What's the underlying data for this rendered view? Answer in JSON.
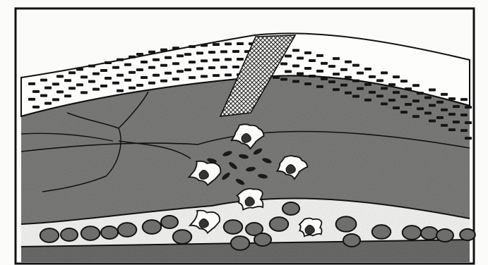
{
  "figure": {
    "kind": "histology-sketch",
    "has_text": false,
    "colors": {
      "paper": "#fbfbfa",
      "ink": "#1a1a1a",
      "tissue": "#7a7a78",
      "tissue_dark": "#5a5a58",
      "cell_fill": "#6f6f6d",
      "nucleus": "#2a2a2a"
    },
    "regions": [
      {
        "name": "surface-epithelium",
        "pattern": "dash-rows"
      },
      {
        "name": "connective-tissue",
        "pattern": "stipple"
      },
      {
        "name": "duct",
        "pattern": "crosshatch"
      },
      {
        "name": "vessel",
        "pattern": "cells-in-lumen"
      }
    ],
    "icons": [
      "irregular-cell",
      "elongated-particle",
      "round-cell"
    ]
  }
}
